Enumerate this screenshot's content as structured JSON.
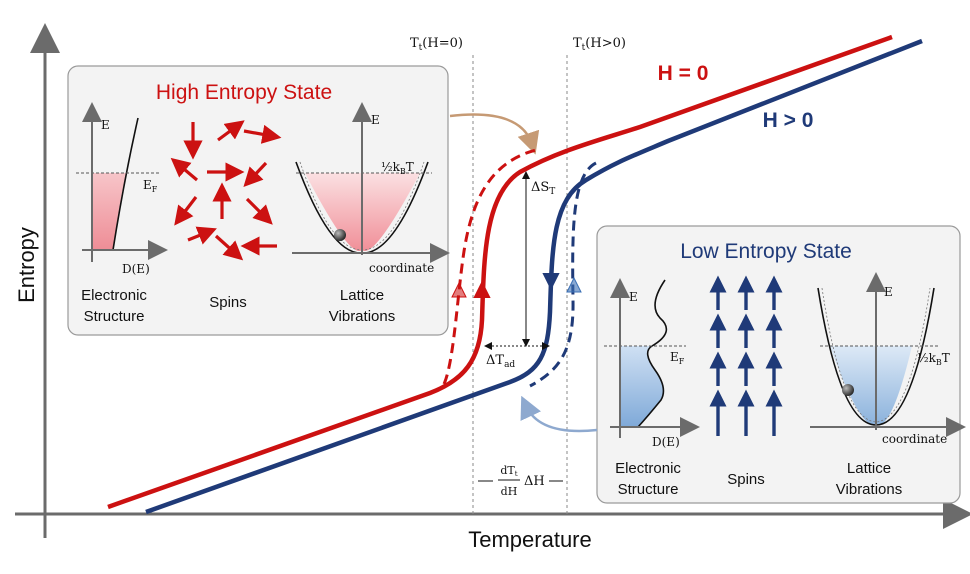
{
  "axes": {
    "y_label": "Entropy",
    "x_label": "Temperature"
  },
  "transition_labels": {
    "t_zero": "Tt(H=0)",
    "t_zero_main": "T",
    "t_zero_sub": "t",
    "t_zero_arg": "(H=0)",
    "t_pos_main": "T",
    "t_pos_sub": "t",
    "t_pos_arg": "(H>0)"
  },
  "curves": {
    "h_zero": {
      "label": "H = 0",
      "color": "#cc1111"
    },
    "h_pos": {
      "label": "H > 0",
      "color": "#1f3a78"
    }
  },
  "annotations": {
    "delta_s_main": "ΔS",
    "delta_s_sub": "T",
    "delta_t_main": "ΔT",
    "delta_t_sub": "ad",
    "dtdh_num_main": "dT",
    "dtdh_num_sub": "t",
    "dtdh_den": "dH",
    "dtdh_tail": "ΔH"
  },
  "high_entropy": {
    "title": "High Entropy State",
    "title_color": "#cc1111",
    "e_label": "E",
    "ef_main": "E",
    "ef_sub": "F",
    "de_label": "D(E)",
    "kbt_label": "½k",
    "kbt_sub": "B",
    "kbt_tail": "T",
    "coord_label": "coordinate",
    "panel_labels": [
      "Electronic",
      "Structure",
      "Spins",
      "Lattice",
      "Vibrations"
    ]
  },
  "low_entropy": {
    "title": "Low Entropy State",
    "title_color": "#1f3a78",
    "e_label": "E",
    "ef_main": "E",
    "ef_sub": "F",
    "de_label": "D(E)",
    "kbt_label": "½k",
    "kbt_sub": "B",
    "kbt_tail": "T",
    "coord_label": "coordinate",
    "panel_labels": [
      "Electronic",
      "Structure",
      "Spins",
      "Lattice",
      "Vibrations"
    ]
  }
}
